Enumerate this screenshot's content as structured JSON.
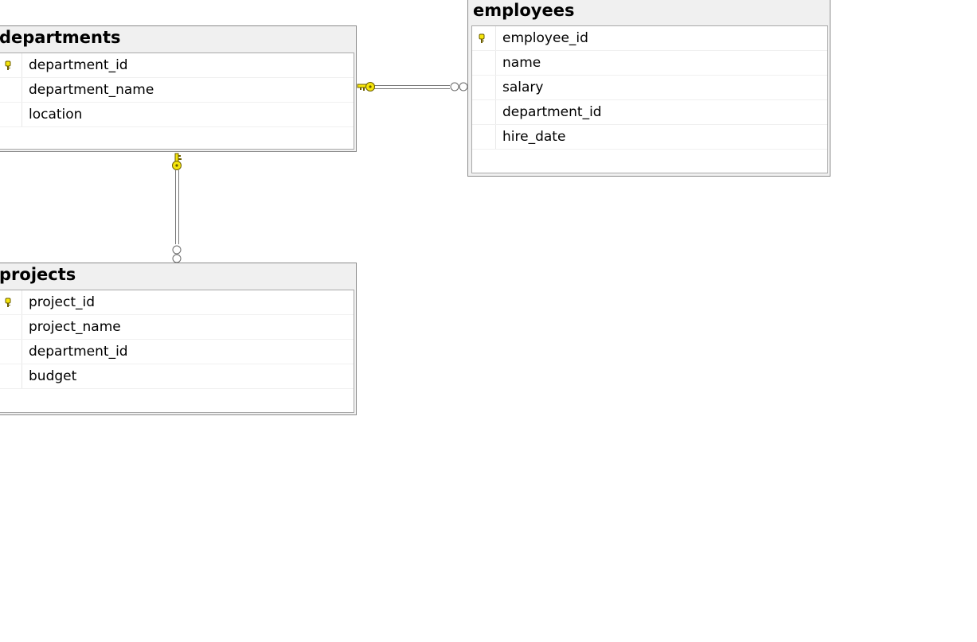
{
  "tables": {
    "departments": {
      "title": "departments",
      "columns": [
        {
          "name": "department_id",
          "pk": true
        },
        {
          "name": "department_name",
          "pk": false
        },
        {
          "name": "location",
          "pk": false
        }
      ]
    },
    "employees": {
      "title": "employees",
      "columns": [
        {
          "name": "employee_id",
          "pk": true
        },
        {
          "name": "name",
          "pk": false
        },
        {
          "name": "salary",
          "pk": false
        },
        {
          "name": "department_id",
          "pk": false
        },
        {
          "name": "hire_date",
          "pk": false
        }
      ]
    },
    "projects": {
      "title": "projects",
      "columns": [
        {
          "name": "project_id",
          "pk": true
        },
        {
          "name": "project_name",
          "pk": false
        },
        {
          "name": "department_id",
          "pk": false
        },
        {
          "name": "budget",
          "pk": false
        }
      ]
    }
  },
  "relationships": [
    {
      "from": "departments",
      "to": "employees",
      "from_end": "key",
      "to_end": "infinity"
    },
    {
      "from": "departments",
      "to": "projects",
      "from_end": "key",
      "to_end": "infinity"
    }
  ],
  "colors": {
    "key_fill": "#f5e50a",
    "key_stroke": "#6b5d00",
    "line": "#7a7a7a",
    "header_bg": "#f0f0f0"
  },
  "icons": {
    "primary_key": "key-icon",
    "one_end": "key-icon",
    "many_end": "infinity-icon"
  }
}
